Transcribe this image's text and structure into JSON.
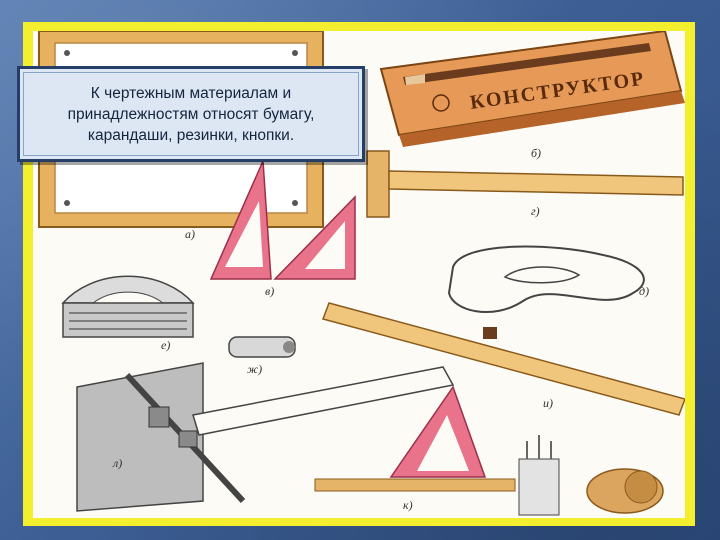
{
  "callout": {
    "text_line1": "К чертежным материалам и",
    "text_line2": "принадлежностям относят бумагу,",
    "text_line3": "карандаши, резинки, кнопки."
  },
  "illustration": {
    "pencil_box_label": "КОНСТРУКТОР",
    "labels": {
      "a": "а)",
      "b": "б)",
      "v": "в)",
      "g": "г)",
      "d": "д)",
      "e": "е)",
      "zh": "ж)",
      "i": "и)",
      "k": "к)",
      "l": "л)"
    }
  },
  "colors": {
    "frame": "#f3ef2e",
    "background": "#3d5f95",
    "callout_fill": "#dce7f3",
    "callout_border": "#243e68",
    "triangle": "#e8738a",
    "wood": "#e9b66a"
  }
}
